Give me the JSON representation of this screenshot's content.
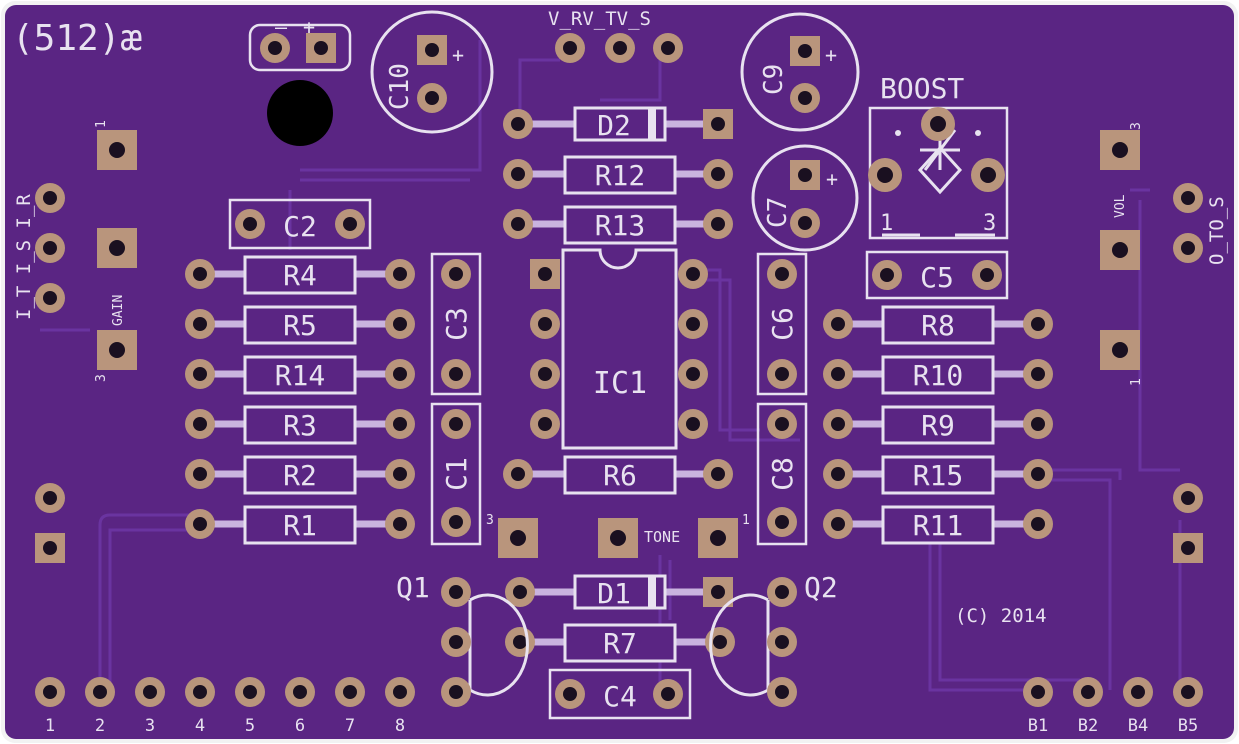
{
  "board": {
    "title": "(512)æ",
    "copyright": "(C) 2014",
    "colors": {
      "board": "#5a2583",
      "edge": "#f2f2f2",
      "silk": "#e8e2f0",
      "pad": "#b9957c"
    },
    "power_pins": {
      "minus": "–",
      "plus": "+"
    },
    "top_label": "V_RV_TV_S",
    "input_label": "I_T I_S I_R",
    "output_label": "O_TO_S",
    "pot_gain": {
      "name": "GAIN",
      "pin1": "1",
      "pin3": "3"
    },
    "pot_vol": {
      "name": "VOL",
      "pin1": "1",
      "pin3": "3"
    },
    "pot_tone": {
      "name": "TONE",
      "pin1": "1",
      "pin3": "3"
    },
    "boost": {
      "name": "BOOST",
      "pin1": "1",
      "pin3": "3"
    },
    "ic": "IC1",
    "diodes": {
      "d1": "D1",
      "d2": "D2"
    },
    "transistors": {
      "q1": "Q1",
      "q2": "Q2"
    },
    "caps": {
      "c1": "C1",
      "c2": "C2",
      "c3": "C3",
      "c4": "C4",
      "c5": "C5",
      "c6": "C6",
      "c7": "C7",
      "c8": "C8",
      "c9": "C9",
      "c10": "C10"
    },
    "electrolytic_plus": "+",
    "resistors_left": [
      "R4",
      "R5",
      "R14",
      "R3",
      "R2",
      "R1"
    ],
    "resistors_right": [
      "R8",
      "R10",
      "R9",
      "R15",
      "R11"
    ],
    "resistors_center": {
      "r12": "R12",
      "r13": "R13",
      "r6": "R6",
      "r7": "R7"
    },
    "bottom_pins": [
      "1",
      "2",
      "3",
      "4",
      "5",
      "6",
      "7",
      "8"
    ],
    "bottom_right_pins": [
      "B1",
      "B2",
      "B4",
      "B5"
    ]
  }
}
